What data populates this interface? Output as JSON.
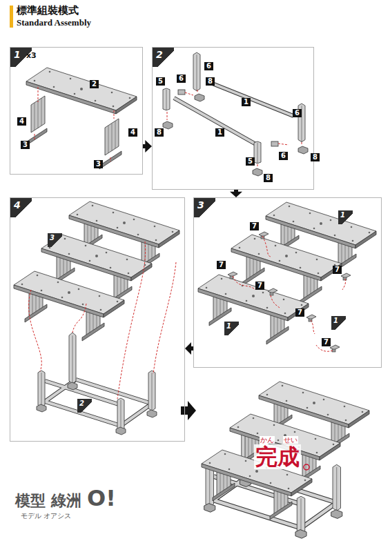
{
  "diagram": {
    "title": "標準組裝模式",
    "nodes": [
      {
        "text": [
          "1",
          "x3"
        ]
      },
      {
        "text": [
          "2"
        ]
      },
      {
        "text": [
          "3"
        ]
      },
      {
        "text": [
          "4"
        ]
      }
    ],
    "edges": [
      {
        "from": 0,
        "to": 1,
        "arrow": "to"
      },
      {
        "from": 1,
        "to": 2,
        "arrow": "to"
      },
      {
        "from": 2,
        "to": 3,
        "arrow": "to"
      }
    ],
    "labels": [
      "Standard Assembly",
      "2",
      "4",
      "4",
      "3",
      "3",
      "5",
      "6",
      "6",
      "8",
      "8",
      "1",
      "1",
      "6",
      "6",
      "8",
      "5",
      "8",
      "7",
      "1",
      "7",
      "7",
      "7",
      "1",
      "1",
      "7",
      "7",
      "3",
      "2",
      "かん",
      "せい",
      "完成",
      "模型 綠洲",
      "O!",
      "モデル オアシス"
    ]
  }
}
